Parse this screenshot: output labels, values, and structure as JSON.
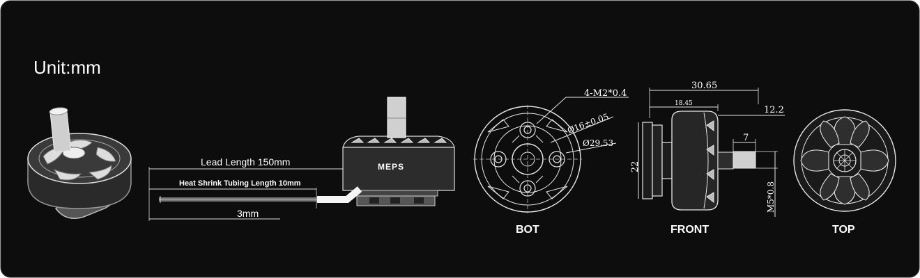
{
  "unit_title": "Unit:mm",
  "brand": "MEPS",
  "side_view": {
    "lead_length": "Lead Length 150mm",
    "heat_shrink": "Heat Shrink Tubing Length 10mm",
    "strip_length": "3mm"
  },
  "bottom_view": {
    "caption": "BOT",
    "screw_spec": "4-M2*0.4",
    "bolt_circle": "Ø16±0.05",
    "outer_diameter": "Ø29.53"
  },
  "front_view": {
    "caption": "FRONT",
    "overall_length": "30.65",
    "body_length": "18.45",
    "shaft_length": "12.2",
    "shaft_segment": "7",
    "height": "22",
    "thread": "M5*0.8"
  },
  "top_view": {
    "caption": "TOP"
  }
}
